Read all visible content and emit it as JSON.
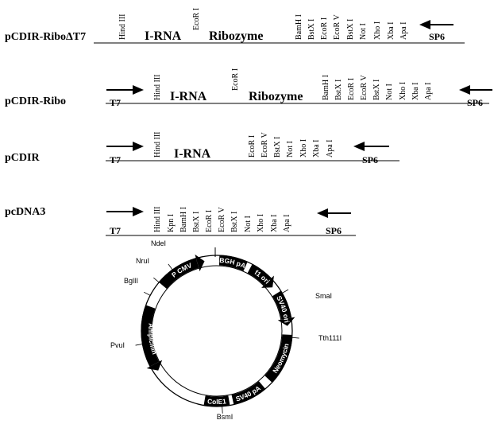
{
  "constructs": [
    {
      "name": "pCDIR-RiboΔT7",
      "t7": "",
      "sp6": "SP6",
      "irna": "I-RNA",
      "ribozyme": "Ribozyme",
      "sites_left": [
        "Hind III"
      ],
      "sites_mid": [
        "EcoR I"
      ],
      "sites_right": [
        "BamH I",
        "BstX I",
        "EcoR I",
        "EcoR V",
        "BstX I",
        "Not I",
        "Xho I",
        "Xba I",
        "Apa I"
      ]
    },
    {
      "name": "pCDIR-Ribo",
      "t7": "T7",
      "sp6": "SP6",
      "irna": "I-RNA",
      "ribozyme": "Ribozyme",
      "sites_left": [
        "Hind III"
      ],
      "sites_mid": [
        "EcoR I"
      ],
      "sites_right": [
        "BamH I",
        "BstX I",
        "EcoR I",
        "EcoR V",
        "BstX I",
        "Not I",
        "Xho I",
        "Xba I",
        "Apa I"
      ]
    },
    {
      "name": "pCDIR",
      "t7": "T7",
      "sp6": "SP6",
      "irna": "I-RNA",
      "ribozyme": "",
      "sites_left": [
        "Hind III"
      ],
      "sites_mid": [],
      "sites_right": [
        "EcoR I",
        "EcoR V",
        "BstX I",
        "Not I",
        "Xho I",
        "Xba I",
        "Apa I"
      ]
    },
    {
      "name": "pcDNA3",
      "t7": "T7",
      "sp6": "SP6",
      "irna": "",
      "ribozyme": "",
      "sites_left": [
        "Hind III",
        "Kpn I",
        "BamH I",
        "BstX I",
        "EcoR I",
        "EcoR V",
        "BstX I",
        "Not I",
        "Xho I",
        "Xba I",
        "Apa I"
      ],
      "sites_mid": [],
      "sites_right": []
    }
  ],
  "plasmid": {
    "segments": [
      "P CMV",
      "BGH pA",
      "f1 ori",
      "SV40 ori",
      "Neomycin",
      "SV40 pA",
      "ColE1",
      "Ampicillin"
    ],
    "sites": [
      "NdeI",
      "NruI",
      "BglII",
      "PvuI",
      "SmaI",
      "Tth111I",
      "BsmI"
    ]
  }
}
